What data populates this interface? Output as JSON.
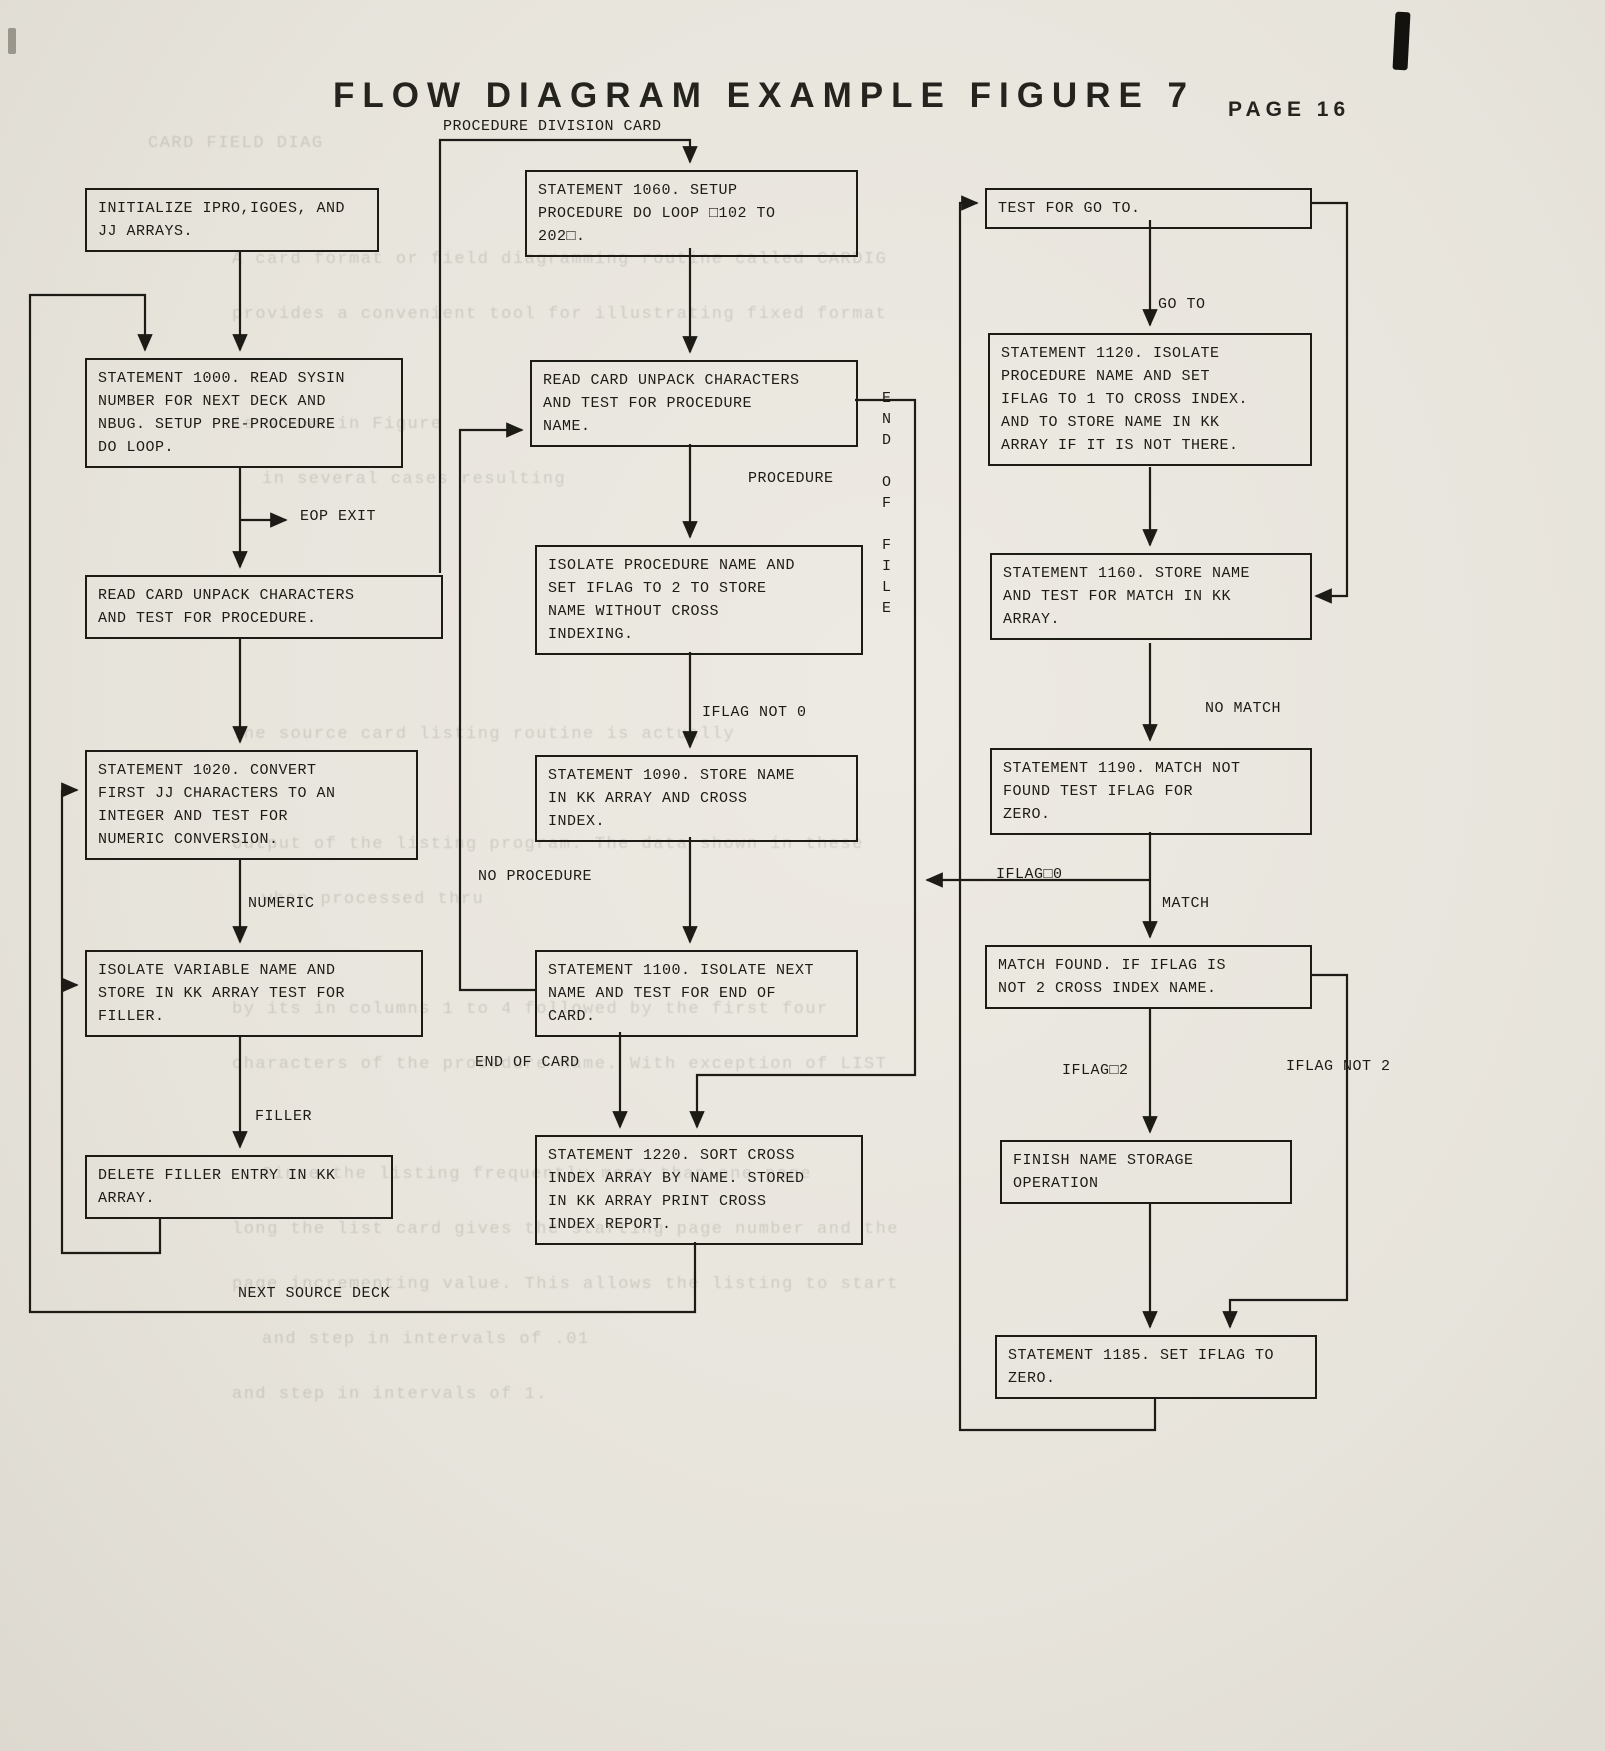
{
  "page": {
    "title": "FLOW DIAGRAM EXAMPLE FIGURE 7",
    "page_number": "PAGE 16"
  },
  "colors": {
    "ink": "#1d1b16",
    "paper": "#eae7e0"
  },
  "boxes": [
    {
      "name": "initialize-arrays",
      "text": "INITIALIZE IPRO,IGOES, AND\n JJ ARRAYS."
    },
    {
      "name": "statement-1000",
      "text": "STATEMENT 1000.  READ SYSIN\nNUMBER FOR NEXT DECK AND\nNBUG. SETUP PRE-PROCEDURE\nDO LOOP."
    },
    {
      "name": "read-card-test-procedure",
      "text": "READ CARD UNPACK CHARACTERS\nAND TEST FOR PROCEDURE."
    },
    {
      "name": "statement-1020",
      "text": "STATEMENT 1020. CONVERT\nFIRST JJ CHARACTERS TO AN\nINTEGER AND TEST FOR\nNUMERIC CONVERSION."
    },
    {
      "name": "isolate-variable-name",
      "text": "ISOLATE VARIABLE NAME AND\nSTORE IN KK ARRAY  TEST FOR\nFILLER."
    },
    {
      "name": "delete-filler-entry",
      "text": "DELETE FILLER ENTRY IN KK\nARRAY."
    },
    {
      "name": "statement-1060",
      "text": "STATEMENT 1060.  SETUP\nPROCEDURE DO LOOP □102 TO\n202□."
    },
    {
      "name": "read-card-test-procedure-name",
      "text": "READ CARD UNPACK CHARACTERS\nAND TEST FOR PROCEDURE\nNAME."
    },
    {
      "name": "isolate-procedure-name",
      "text": "ISOLATE PROCEDURE NAME AND\nSET IFLAG TO 2 TO STORE\nNAME WITHOUT CROSS\nINDEXING."
    },
    {
      "name": "statement-1090",
      "text": "STATEMENT 1090.  STORE NAME\nIN KK ARRAY AND CROSS\nINDEX."
    },
    {
      "name": "statement-1100",
      "text": "STATEMENT 1100.  ISOLATE NEXT\nNAME AND TEST FOR END OF\nCARD."
    },
    {
      "name": "statement-1220",
      "text": "STATEMENT 1220.  SORT CROSS\nINDEX ARRAY BY NAME. STORED\nIN KK ARRAY   PRINT CROSS\nINDEX REPORT."
    },
    {
      "name": "test-for-go-to",
      "text": "TEST FOR GO TO."
    },
    {
      "name": "statement-1120",
      "text": "STATEMENT 1120.  ISOLATE\nPROCEDURE NAME AND SET\nIFLAG TO 1 TO CROSS INDEX.\nAND TO STORE NAME IN KK\nARRAY IF IT IS NOT THERE."
    },
    {
      "name": "statement-1160",
      "text": "STATEMENT 1160.  STORE NAME\nAND TEST FOR MATCH IN KK\nARRAY."
    },
    {
      "name": "statement-1190",
      "text": "STATEMENT 1190.  MATCH NOT\nFOUND   TEST IFLAG FOR\nZERO."
    },
    {
      "name": "match-found",
      "text": "MATCH FOUND.  IF IFLAG IS\nNOT 2 CROSS INDEX NAME."
    },
    {
      "name": "finish-name-storage",
      "text": "FINISH NAME STORAGE\nOPERATION"
    },
    {
      "name": "statement-1185",
      "text": "STATEMENT 1185.  SET IFLAG TO\nZERO."
    }
  ],
  "labels": [
    {
      "name": "procedure-division-card",
      "text": "PROCEDURE DIVISION CARD"
    },
    {
      "name": "eop-exit",
      "text": "EOP EXIT"
    },
    {
      "name": "procedure",
      "text": "PROCEDURE"
    },
    {
      "name": "end-of-file",
      "text": "E\nN\nD\n \nO\nF\n \nF\nI\nL\nE"
    },
    {
      "name": "iflag-not-0",
      "text": "IFLAG NOT 0"
    },
    {
      "name": "no-procedure",
      "text": "NO PROCEDURE"
    },
    {
      "name": "end-of-card",
      "text": "END OF CARD"
    },
    {
      "name": "numeric",
      "text": "NUMERIC"
    },
    {
      "name": "filler",
      "text": "FILLER"
    },
    {
      "name": "next-source-deck",
      "text": "NEXT SOURCE DECK"
    },
    {
      "name": "go-to",
      "text": "GO TO"
    },
    {
      "name": "no-match",
      "text": "NO MATCH"
    },
    {
      "name": "iflag-0",
      "text": "IFLAG□0"
    },
    {
      "name": "match",
      "text": "MATCH"
    },
    {
      "name": "iflag-2",
      "text": "IFLAG□2"
    },
    {
      "name": "iflag-not-2",
      "text": "IFLAG NOT 2"
    }
  ],
  "bleedthrough": {
    "lines": [
      "CARD FIELD DIAG",
      "A card format or field diagramming routine called CARDIG",
      "provides a convenient tool for illustrating fixed format",
      "is shown in Figure",
      "in several cases resulting",
      "The source card listing routine is actually",
      "output of the listing program.  The data shown in these",
      "when processed thru",
      "by its in columns 1 to 4 followed by the first four",
      "characters of the procedure name.  With exception of LIST",
      "Since the listing frequently more than one page",
      "long the list card gives the starting page number and the",
      "page incrementing value.  This allows the listing to start",
      "and step in intervals of .01",
      "and step in intervals of 1."
    ]
  }
}
